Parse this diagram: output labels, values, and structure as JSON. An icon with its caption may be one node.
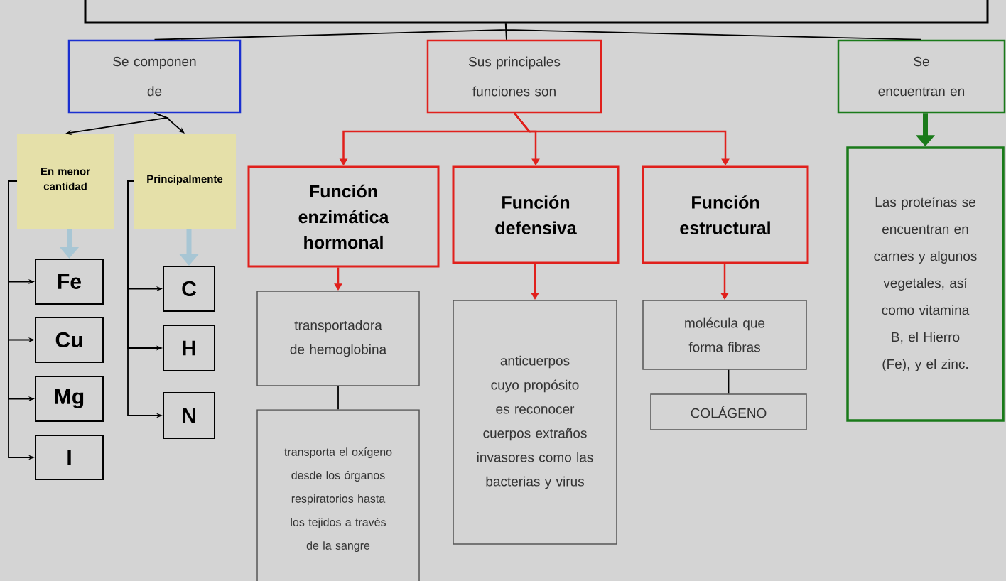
{
  "diagram": {
    "nodes": [
      {
        "text": [],
        "shape": "box"
      },
      {
        "text": [
          "Se componen de"
        ]
      },
      {
        "text": [
          "Sus principales funciones son"
        ]
      },
      {
        "text": [
          "Se encuentran en"
        ]
      },
      {
        "text": [
          "En menor cantidad"
        ]
      },
      {
        "text": [
          "Principalmente"
        ]
      },
      {
        "text": [
          "Fe"
        ]
      },
      {
        "text": [
          "Cu"
        ]
      },
      {
        "text": [
          "Mg"
        ]
      },
      {
        "text": [
          "I"
        ]
      },
      {
        "text": [
          "C"
        ]
      },
      {
        "text": [
          "H"
        ]
      },
      {
        "text": [
          "N"
        ]
      },
      {
        "text": [
          "Función enzimática hormonal"
        ]
      },
      {
        "text": [
          "Función defensiva"
        ]
      },
      {
        "text": [
          "Función estructural"
        ]
      },
      {
        "text": [
          "transportadora de hemoglobina"
        ]
      },
      {
        "text": [
          "transporta el oxígeno desde los órganos respiratorios hasta los tejidos a través de la sangre"
        ]
      },
      {
        "text": [
          "anticuerpos cuyo propósito es reconocer cuerpos extraños invasores como las bacterias y virus"
        ]
      },
      {
        "text": [
          "molécula que forma fibras"
        ]
      },
      {
        "text": [
          "COLÁGENO"
        ]
      },
      {
        "text": [
          "Las proteínas se encuentran en carnes y algunos vegetales, así como vitamina B, el Hierro (Fe), y el zinc."
        ]
      }
    ],
    "edges": [
      {
        "from": 0,
        "to": 1,
        "arrow": "none"
      },
      {
        "from": 0,
        "to": 2,
        "arrow": "none"
      },
      {
        "from": 0,
        "to": 3,
        "arrow": "none"
      },
      {
        "from": 1,
        "to": 4,
        "arrow": "to"
      },
      {
        "from": 1,
        "to": 5,
        "arrow": "to"
      },
      {
        "from": 4,
        "to": 6,
        "arrow": "to",
        "style": "thick",
        "color": "#a8c6d4"
      },
      {
        "from": 5,
        "to": 10,
        "arrow": "to",
        "style": "thick",
        "color": "#a8c6d4"
      },
      {
        "from": 4,
        "to": 6,
        "arrow": "to"
      },
      {
        "from": 4,
        "to": 7,
        "arrow": "to"
      },
      {
        "from": 4,
        "to": 8,
        "arrow": "to"
      },
      {
        "from": 4,
        "to": 9,
        "arrow": "to"
      },
      {
        "from": 5,
        "to": 10,
        "arrow": "to"
      },
      {
        "from": 5,
        "to": 11,
        "arrow": "to"
      },
      {
        "from": 5,
        "to": 12,
        "arrow": "to"
      },
      {
        "from": 2,
        "to": 13,
        "arrow": "to",
        "color": "#e0201c"
      },
      {
        "from": 2,
        "to": 14,
        "arrow": "to",
        "color": "#e0201c"
      },
      {
        "from": 2,
        "to": 15,
        "arrow": "to",
        "color": "#e0201c"
      },
      {
        "from": 3,
        "to": 21,
        "arrow": "to",
        "style": "thick",
        "color": "#1a7a1a"
      },
      {
        "from": 13,
        "to": 16,
        "arrow": "to",
        "color": "#e0201c"
      },
      {
        "from": 14,
        "to": 18,
        "arrow": "to",
        "color": "#e0201c"
      },
      {
        "from": 15,
        "to": 19,
        "arrow": "to",
        "color": "#e0201c"
      },
      {
        "from": 16,
        "to": 17,
        "arrow": "none"
      },
      {
        "from": 19,
        "to": 20,
        "arrow": "none"
      }
    ]
  }
}
